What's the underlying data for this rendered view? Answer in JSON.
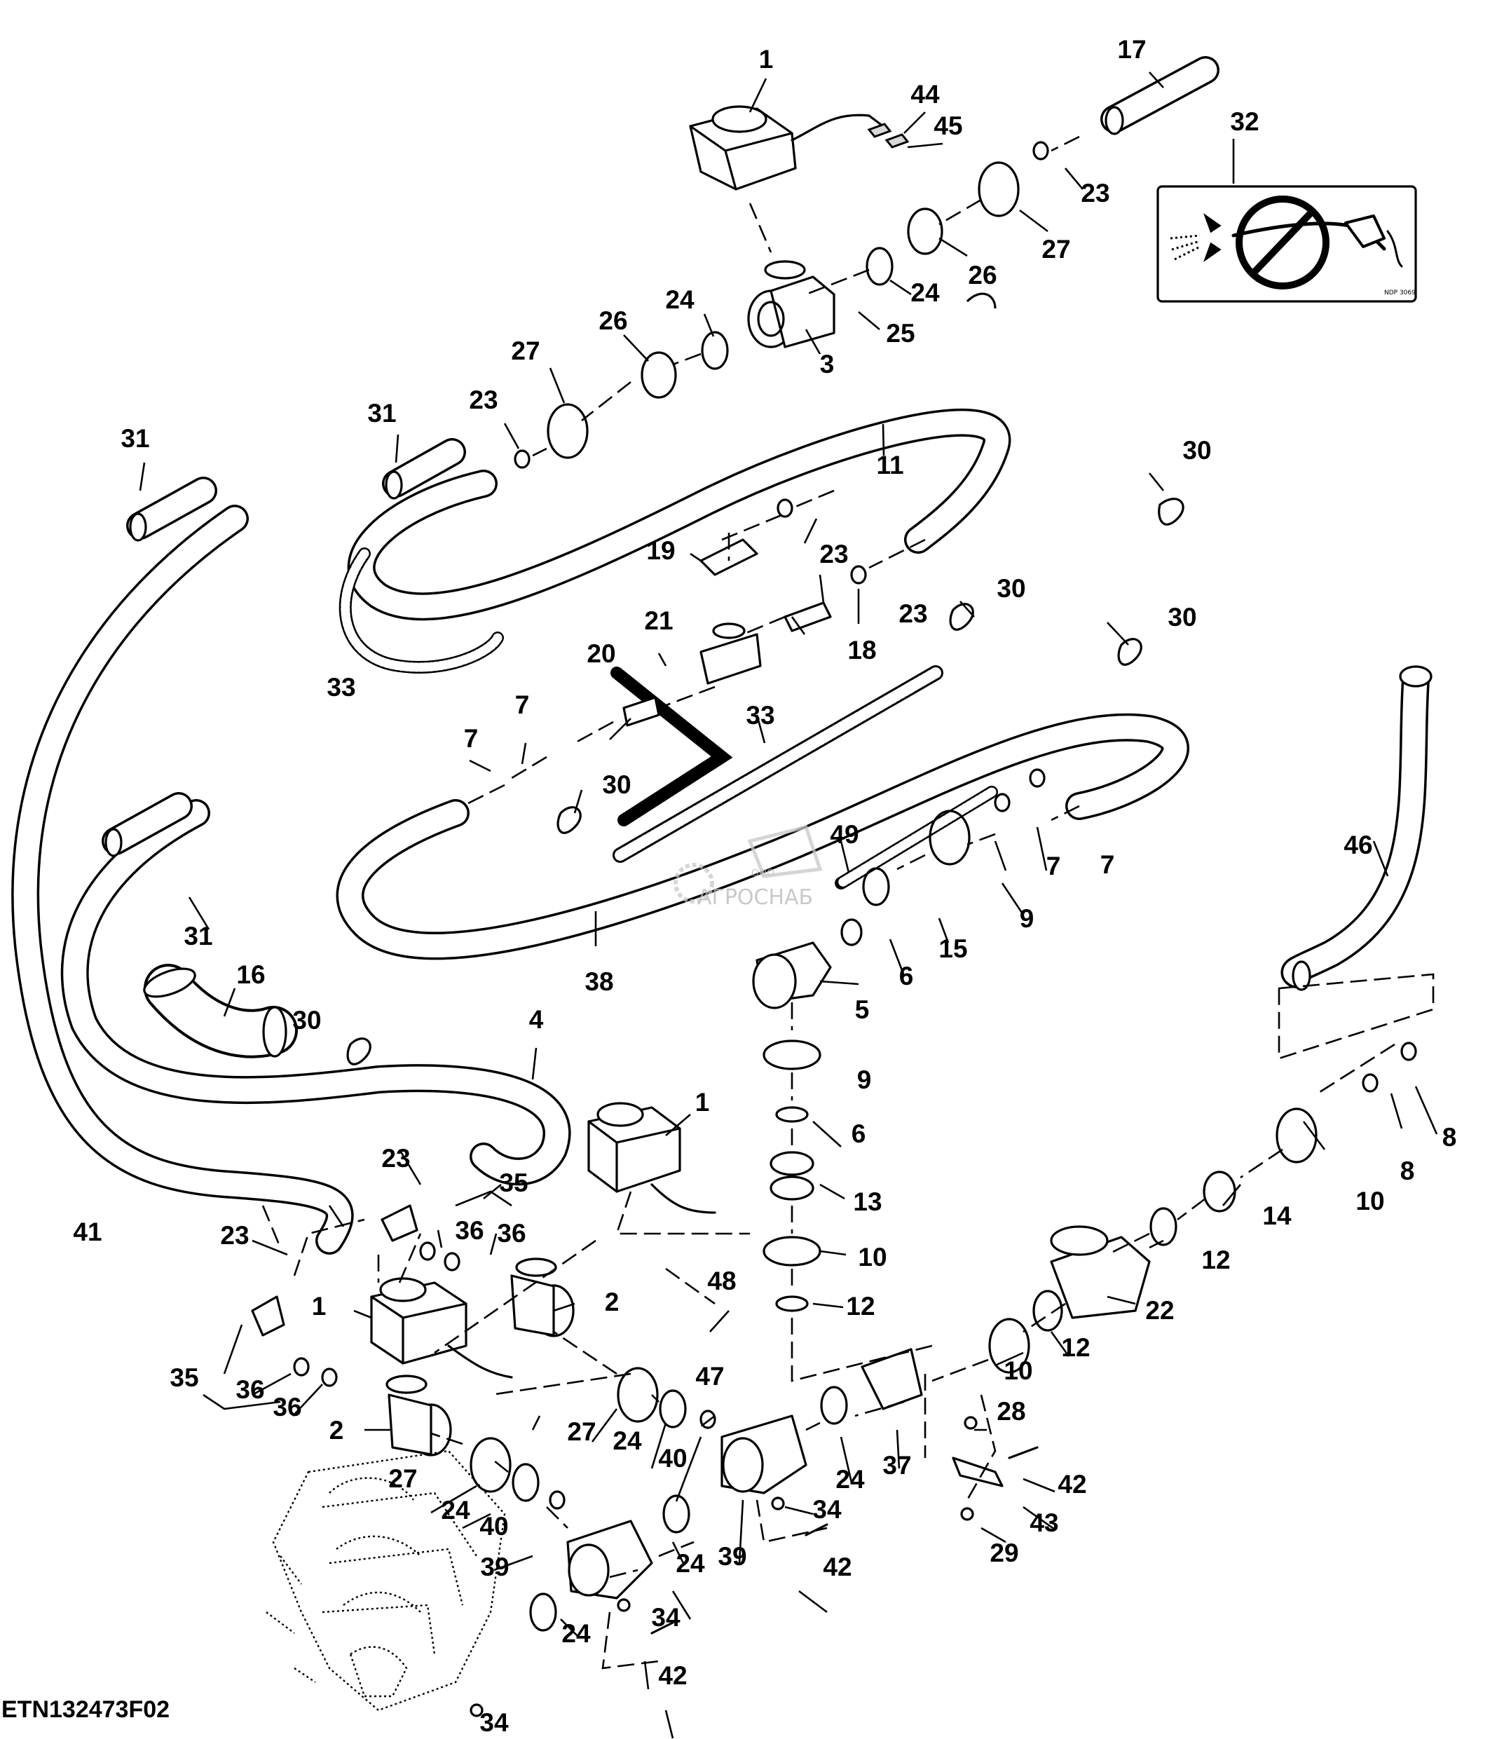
{
  "figure_id": "ETN132473F02",
  "watermark": {
    "brand": "АГРОСНАБ",
    "small": "ООО"
  },
  "callouts": [
    "1",
    "2",
    "3",
    "4",
    "5",
    "6",
    "7",
    "8",
    "9",
    "10",
    "11",
    "12",
    "13",
    "14",
    "15",
    "16",
    "17",
    "18",
    "19",
    "20",
    "21",
    "22",
    "23",
    "24",
    "25",
    "26",
    "27",
    "28",
    "29",
    "30",
    "31",
    "32",
    "33",
    "34",
    "35",
    "36",
    "37",
    "38",
    "39",
    "40",
    "41",
    "42",
    "43",
    "44",
    "45",
    "46",
    "47",
    "48",
    "49"
  ],
  "label_32": "NDP 3069",
  "icons": [
    "no-pressure-wash-decal-icon"
  ]
}
